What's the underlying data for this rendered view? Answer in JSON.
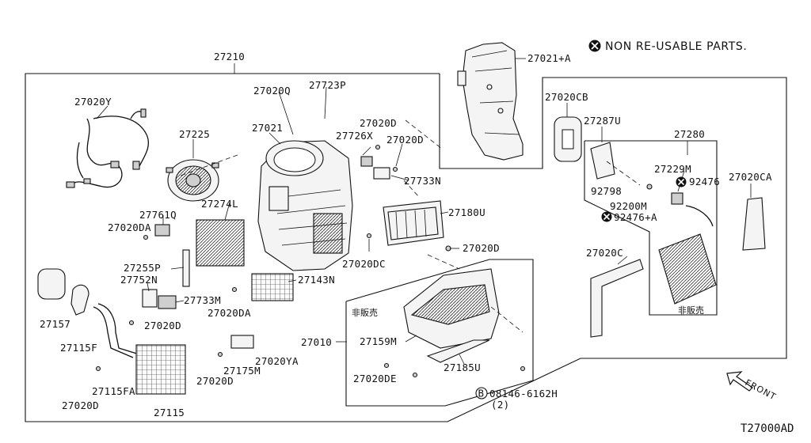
{
  "diagram": {
    "header_note": "NON RE-USABLE PARTS.",
    "page_code": "T27000AD",
    "direction_label": "FRONT",
    "not_sold_label": "非販売",
    "bolt_part": "08146-6162H",
    "bolt_qty": "(2)",
    "bolt_symbol": "B",
    "labels": {
      "p27210": "27210",
      "p27021A": "27021+A",
      "p27020Y": "27020Y",
      "p27020Q": "27020Q",
      "p27723P": "27723P",
      "p27225": "27225",
      "p27021": "27021",
      "p27020D_a": "27020D",
      "p27726X": "27726X",
      "p27020D_b": "27020D",
      "p27733N": "27733N",
      "p27180U": "27180U",
      "p27274L": "27274L",
      "p27761Q": "27761Q",
      "p27020DA_a": "27020DA",
      "p27255P": "27255P",
      "p27752N": "27752N",
      "p27733M": "27733M",
      "p27157": "27157",
      "p27115F": "27115F",
      "p27020D_c": "27020D",
      "p27143N": "27143N",
      "p27020DA_b": "27020DA",
      "p27020DC": "27020DC",
      "p27020D_d": "27020D",
      "p27010": "27010",
      "p27159M": "27159M",
      "p27020DE": "27020DE",
      "p27185U": "27185U",
      "p27020YA": "27020YA",
      "p27175M": "27175M",
      "p27020D_e": "27020D",
      "p27115FA": "27115FA",
      "p27020D_f": "27020D",
      "p27115": "27115",
      "p27020CB": "27020CB",
      "p27287U": "27287U",
      "p27280": "27280",
      "p27229M": "27229M",
      "p92476_a": "92476",
      "p92798": "92798",
      "p92200M": "92200M",
      "p92476A": "92476+A",
      "p27020CA": "27020CA",
      "p27020C": "27020C"
    }
  }
}
